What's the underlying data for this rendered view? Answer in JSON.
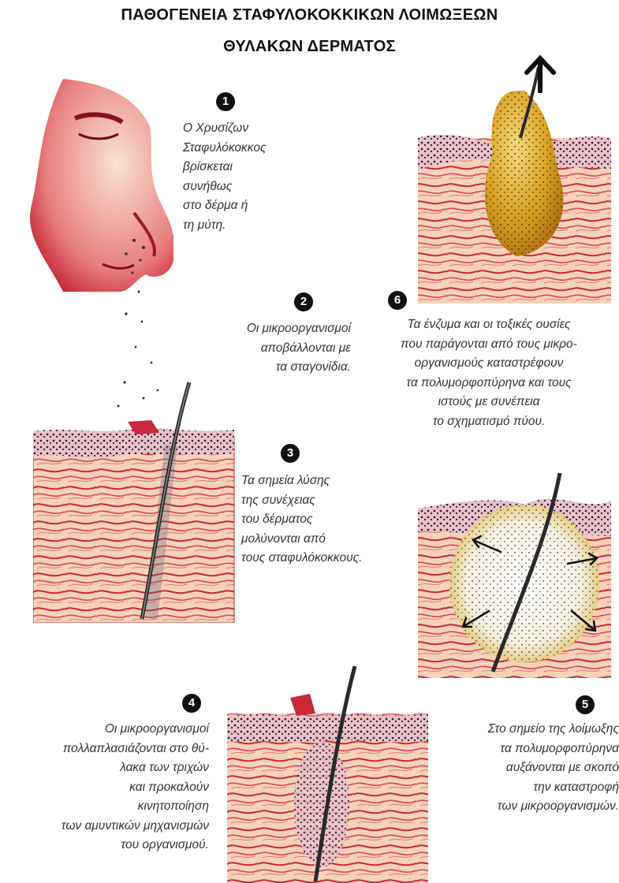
{
  "title": {
    "line1": "ΠΑΘΟΓΕΝΕΙΑ ΣΤΑΦΥΛΟΚΟΚΚΙΚΩΝ ΛΟΙΜΩΞΕΩΝ",
    "line2": "ΘΥΛΑΚΩΝ ΔΕΡΜΑΤΟΣ"
  },
  "steps": [
    {
      "num": "1",
      "text": "Ο Χρυσίζων\nΣταφυλόκοκκος\nβρίσκεται\nσυνήθως\nστο δέρμα ή\nτη μύτη."
    },
    {
      "num": "2",
      "text": "Οι μικροοργανισμοί\nαποβάλλονται με\nτα σταγονίδια."
    },
    {
      "num": "3",
      "text": "Τα σημεία λύσης\nτης συνέχειας\nτου δέρματος\nμολύνονται από\nτους σταφυλόκοκκους."
    },
    {
      "num": "4",
      "text": "Οι μικροοργανισμοί\nπολλαπλασιάζονται στο θύ-\nλακα των τριχών\nκαι προκαλούν\nκινητοποίηση\nτων αμυντικών μηχανισμών\nτου οργανισμού."
    },
    {
      "num": "5",
      "text": "Στο σημείο της λοίμωξης\nτα πολυμορφοπύρηνα\nαυξάνονται με σκοπό\nτην καταστροφή\nτων μικροοργανισμών."
    },
    {
      "num": "6",
      "text": "Τα ένζυμα και οι τοξικές ουσίες\nπου παράγονται από τους μικρο-\nοργανισμούς καταστρέφουν\nτα πολυμορφοπύρηνα και τους\nιστούς με συνέπεια\nτο σχηματισμό πύου."
    }
  ],
  "colors": {
    "skin": "#f2c9a8",
    "flesh": "#c8283a",
    "epidermis": "#3a2a3a",
    "pus": "#d9a020",
    "hair": "#2a2a2a"
  }
}
